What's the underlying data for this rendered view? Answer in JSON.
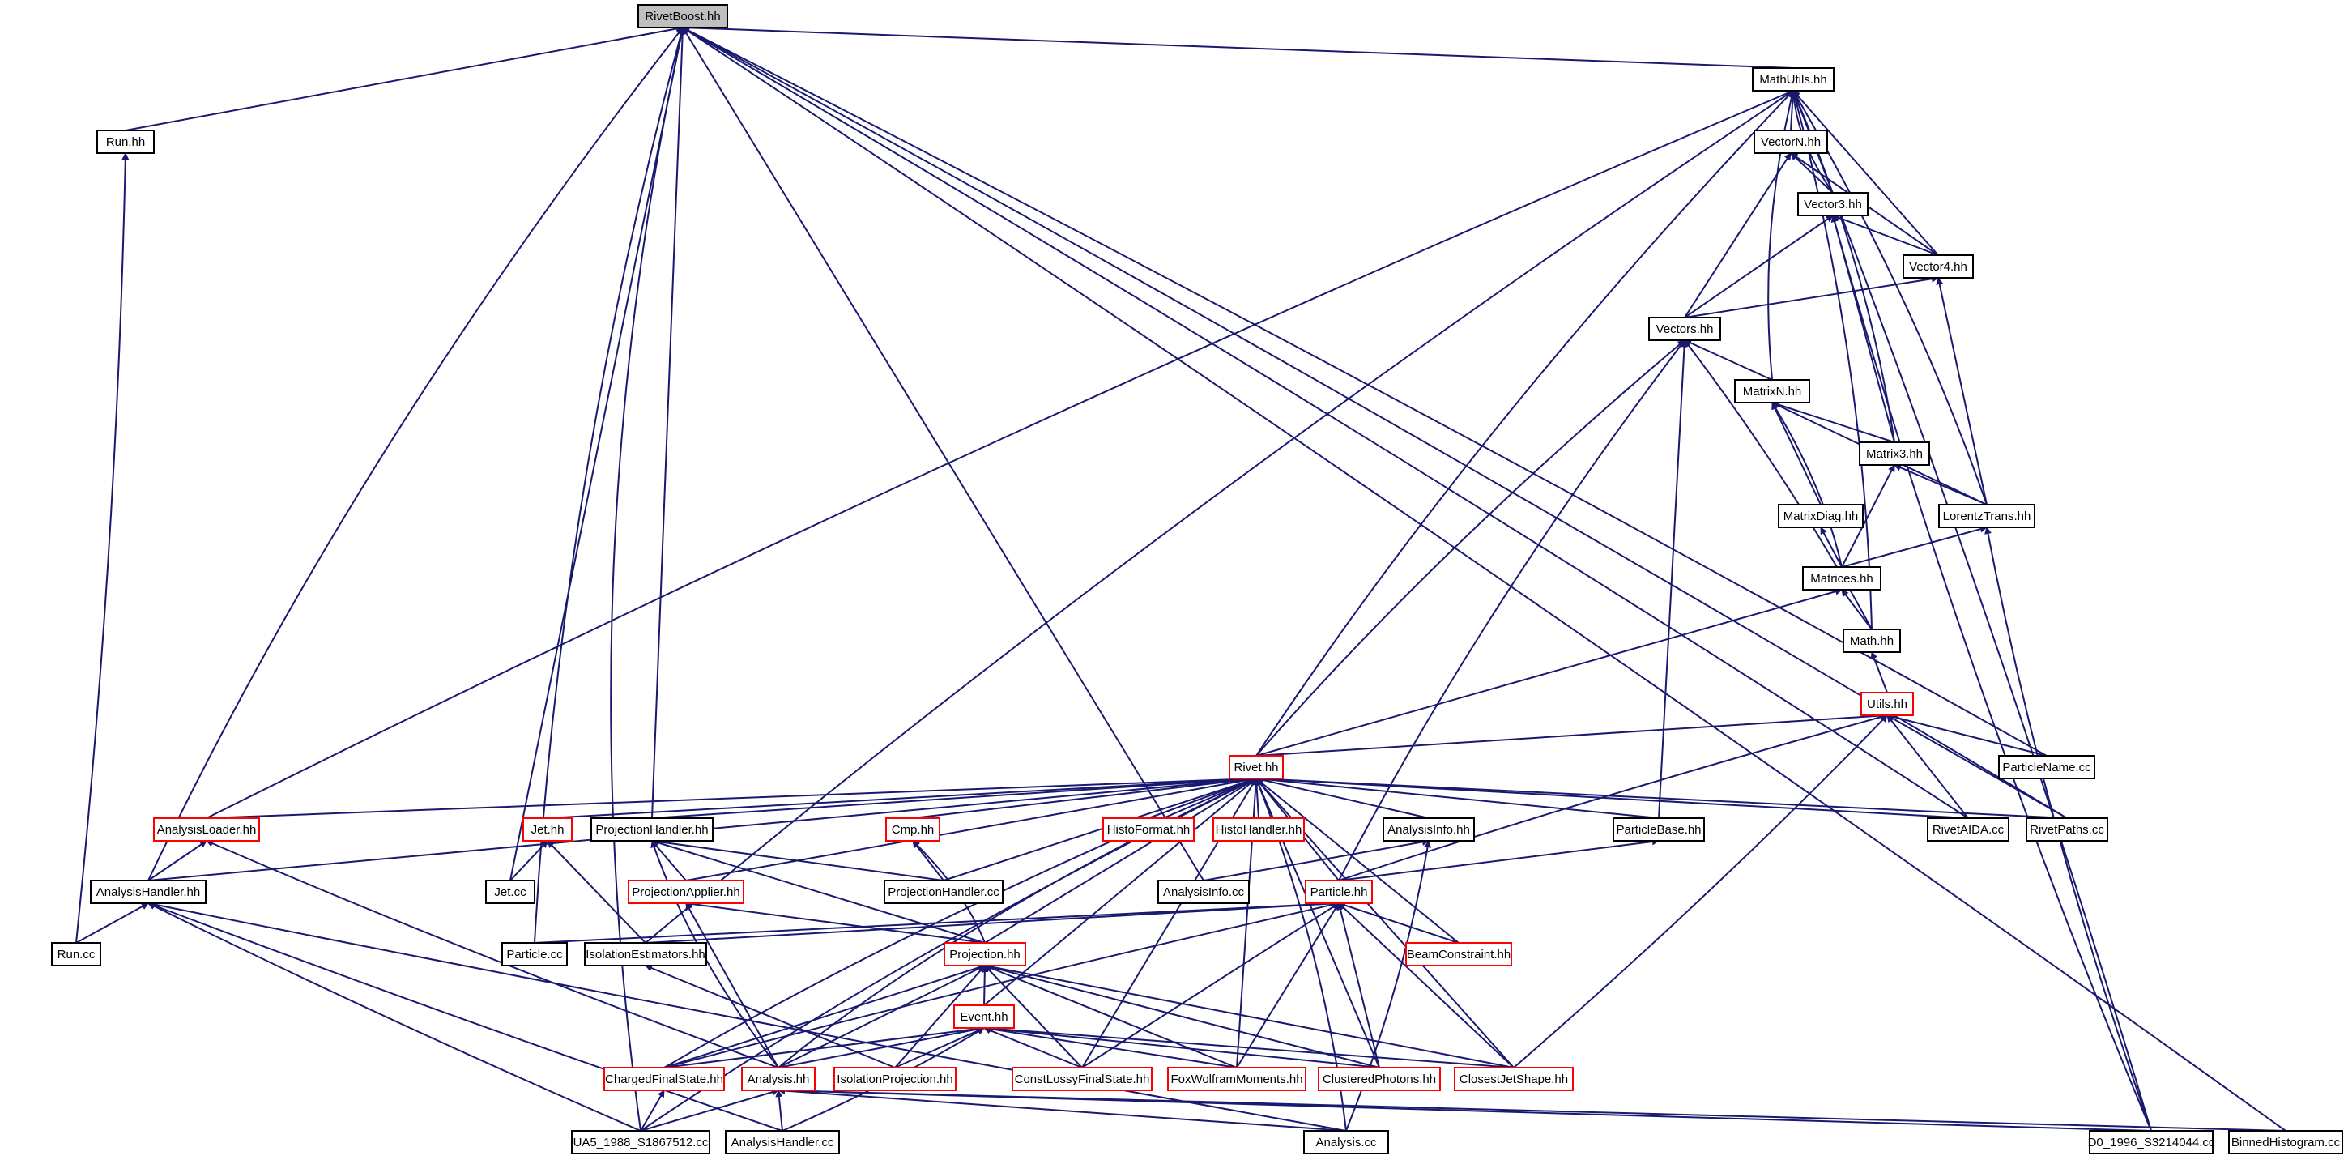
{
  "diagram": {
    "colors": {
      "edge": "#191970",
      "node_border": "#000000",
      "partial_border": "#ff0000",
      "root_fill": "#bfbfbf",
      "background": "#ffffff"
    },
    "nodes": [
      {
        "id": "rivetboost",
        "label": "RivetBoost.hh",
        "root": true
      },
      {
        "id": "mathutils",
        "label": "MathUtils.hh"
      },
      {
        "id": "run_hh",
        "label": "Run.hh"
      },
      {
        "id": "vectorn",
        "label": "VectorN.hh"
      },
      {
        "id": "vector3",
        "label": "Vector3.hh"
      },
      {
        "id": "vector4",
        "label": "Vector4.hh"
      },
      {
        "id": "vectors",
        "label": "Vectors.hh"
      },
      {
        "id": "matrixn",
        "label": "MatrixN.hh"
      },
      {
        "id": "matrix3",
        "label": "Matrix3.hh"
      },
      {
        "id": "matrixdiag",
        "label": "MatrixDiag.hh"
      },
      {
        "id": "lorentz",
        "label": "LorentzTrans.hh"
      },
      {
        "id": "matrices",
        "label": "Matrices.hh"
      },
      {
        "id": "math",
        "label": "Math.hh"
      },
      {
        "id": "utils",
        "label": "Utils.hh",
        "partial": true
      },
      {
        "id": "rivet",
        "label": "Rivet.hh",
        "partial": true
      },
      {
        "id": "particlename",
        "label": "ParticleName.cc"
      },
      {
        "id": "analysisloader",
        "label": "AnalysisLoader.hh",
        "partial": true
      },
      {
        "id": "jet_hh",
        "label": "Jet.hh",
        "partial": true
      },
      {
        "id": "projhandler",
        "label": "ProjectionHandler.hh"
      },
      {
        "id": "cmp",
        "label": "Cmp.hh",
        "partial": true
      },
      {
        "id": "histoformat",
        "label": "HistoFormat.hh",
        "partial": true
      },
      {
        "id": "histohandler",
        "label": "HistoHandler.hh",
        "partial": true
      },
      {
        "id": "analysisinfo_hh",
        "label": "AnalysisInfo.hh"
      },
      {
        "id": "particlebase",
        "label": "ParticleBase.hh"
      },
      {
        "id": "rivetaida",
        "label": "RivetAIDA.cc"
      },
      {
        "id": "rivetpaths",
        "label": "RivetPaths.cc"
      },
      {
        "id": "analysishandler_hh",
        "label": "AnalysisHandler.hh"
      },
      {
        "id": "jet_cc",
        "label": "Jet.cc"
      },
      {
        "id": "projapplier",
        "label": "ProjectionApplier.hh",
        "partial": true
      },
      {
        "id": "projhandler_cc",
        "label": "ProjectionHandler.cc"
      },
      {
        "id": "analysisinfo_cc",
        "label": "AnalysisInfo.cc"
      },
      {
        "id": "particle_hh",
        "label": "Particle.hh",
        "partial": true
      },
      {
        "id": "run_cc",
        "label": "Run.cc"
      },
      {
        "id": "particle_cc",
        "label": "Particle.cc"
      },
      {
        "id": "isoestim",
        "label": "IsolationEstimators.hh"
      },
      {
        "id": "projection",
        "label": "Projection.hh",
        "partial": true
      },
      {
        "id": "beamconstraint",
        "label": "BeamConstraint.hh",
        "partial": true
      },
      {
        "id": "event",
        "label": "Event.hh",
        "partial": true
      },
      {
        "id": "chargedfs",
        "label": "ChargedFinalState.hh",
        "partial": true
      },
      {
        "id": "analysis_hh",
        "label": "Analysis.hh",
        "partial": true
      },
      {
        "id": "isoproj",
        "label": "IsolationProjection.hh",
        "partial": true
      },
      {
        "id": "constlossy",
        "label": "ConstLossyFinalState.hh",
        "partial": true
      },
      {
        "id": "foxwolfram",
        "label": "FoxWolframMoments.hh",
        "partial": true
      },
      {
        "id": "clusteredphotons",
        "label": "ClusteredPhotons.hh",
        "partial": true
      },
      {
        "id": "closestjet",
        "label": "ClosestJetShape.hh",
        "partial": true
      },
      {
        "id": "ua5",
        "label": "UA5_1988_S1867512.cc"
      },
      {
        "id": "analysishandler_cc",
        "label": "AnalysisHandler.cc"
      },
      {
        "id": "analysis_cc",
        "label": "Analysis.cc"
      },
      {
        "id": "d0",
        "label": "D0_1996_S3214044.cc"
      },
      {
        "id": "binnedhisto",
        "label": "BinnedHistogram.cc"
      }
    ]
  }
}
